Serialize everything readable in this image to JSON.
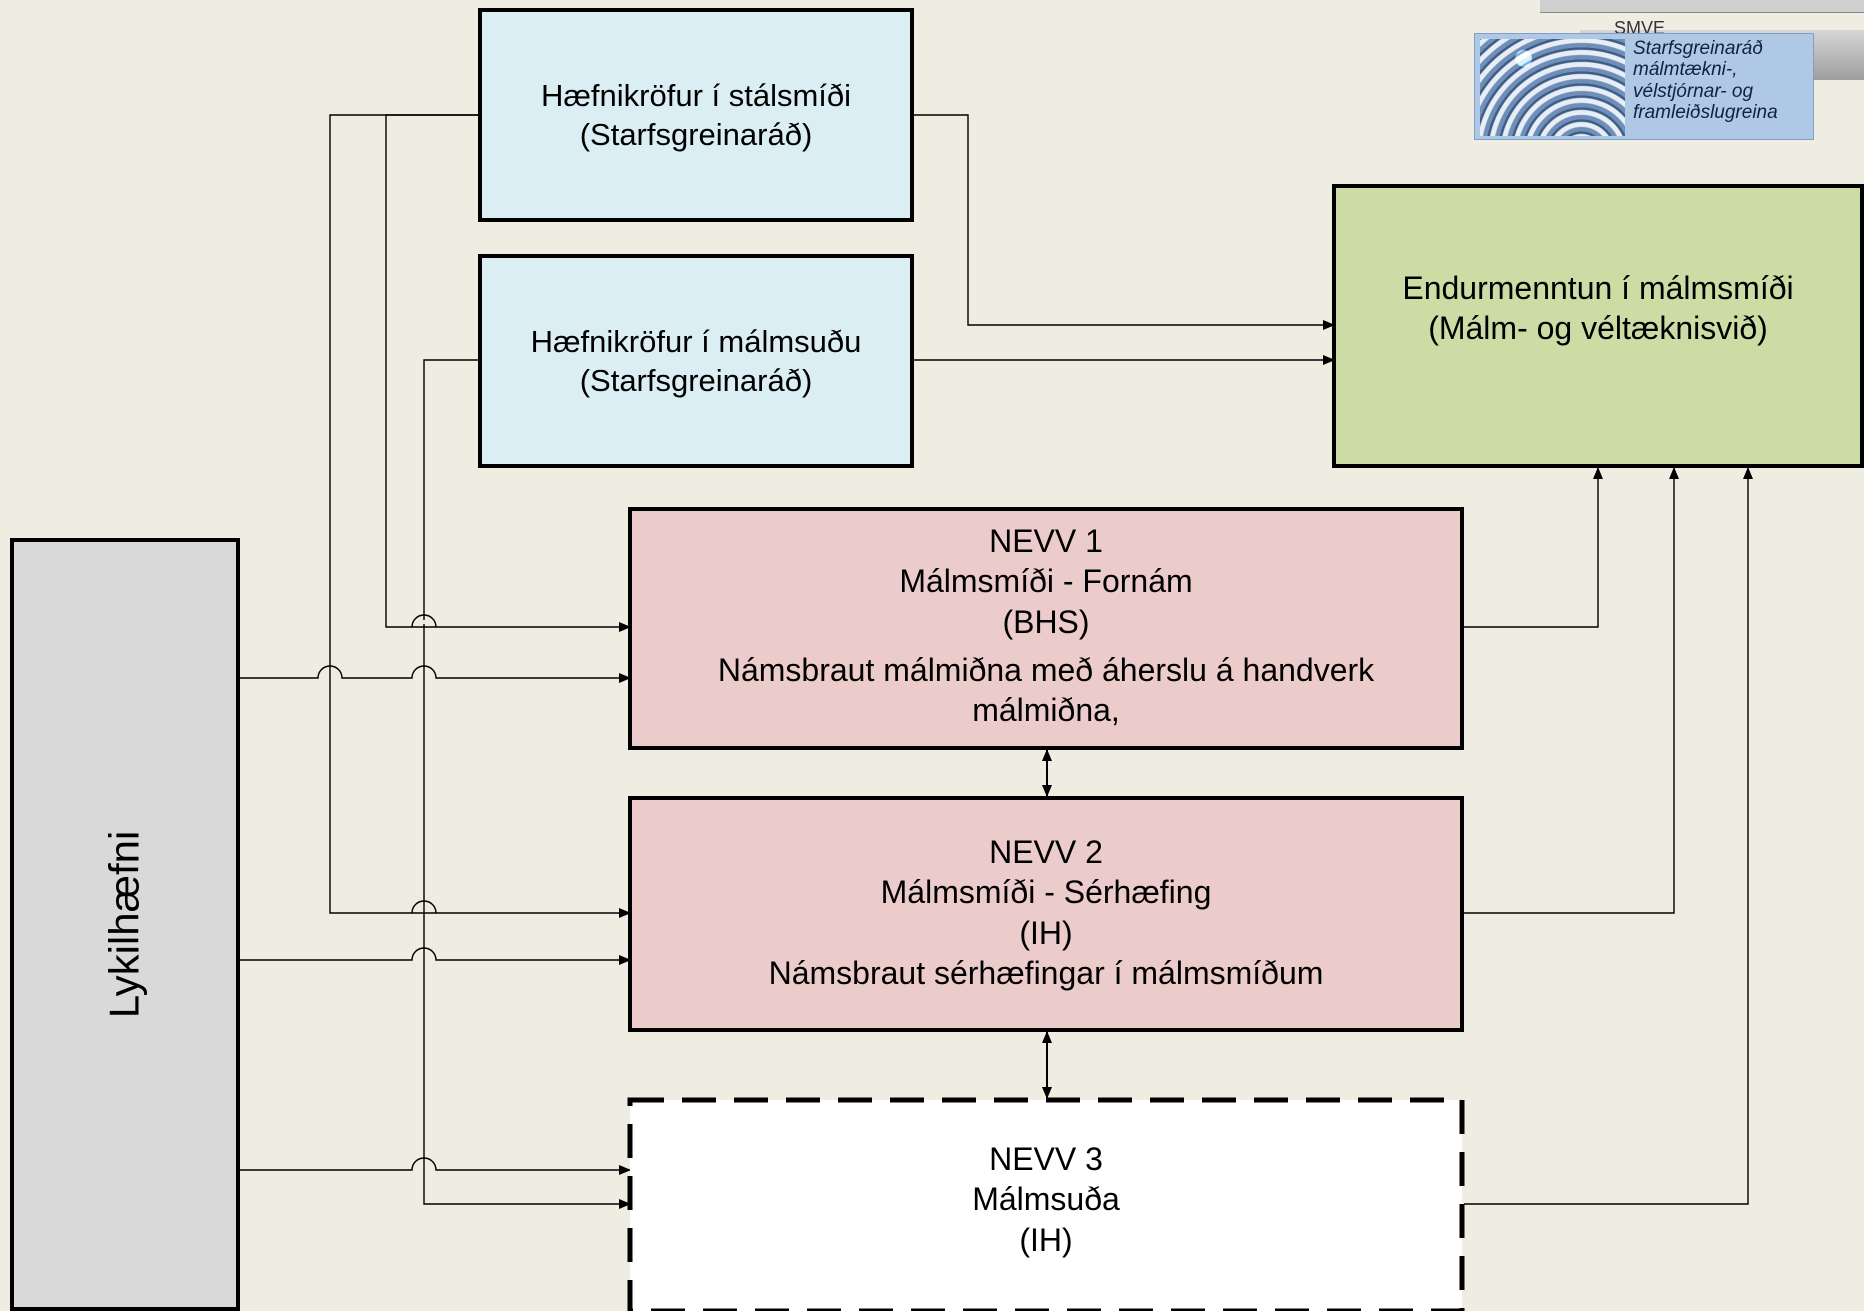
{
  "colors": {
    "background": "#EFECE2",
    "requirement_box": "#DAEEF3",
    "continuing_education_box": "#CCDCA5",
    "nevv_box": "#ECCCCA",
    "key_competence_box": "#D9D9D9"
  },
  "logo": {
    "tab_text": "SMVE",
    "lines": [
      "Starfsgreinaráð",
      "málmtækni-,",
      "vélstjórnar- og",
      "framleiðslugreina"
    ]
  },
  "requirements": [
    {
      "lines": [
        "Hæfnikröfur í  stálsmíði",
        "(Starfsgreinaráð)"
      ]
    },
    {
      "lines": [
        "Hæfnikröfur í málmsuðu",
        "(Starfsgreinaráð)"
      ]
    }
  ],
  "continuing_education": {
    "lines": [
      "Endurmenntun í málmsmíði",
      "(Málm- og véltæknisvið)"
    ]
  },
  "levels": [
    {
      "lines": [
        "NEVV 1",
        "Málmsmíði - Fornám",
        "(BHS)",
        "Námsbraut málmiðna með áherslu á handverk",
        "málmiðna,"
      ]
    },
    {
      "lines": [
        "NEVV 2",
        "Málmsmíði - Sérhæfing",
        "(IH)",
        "Námsbraut sérhæfingar í málmsmíðum"
      ]
    },
    {
      "lines": [
        "NEVV 3",
        "Málmsuða",
        "(IH)"
      ]
    }
  ],
  "key_competence": {
    "label": "Lykilhæfni"
  }
}
